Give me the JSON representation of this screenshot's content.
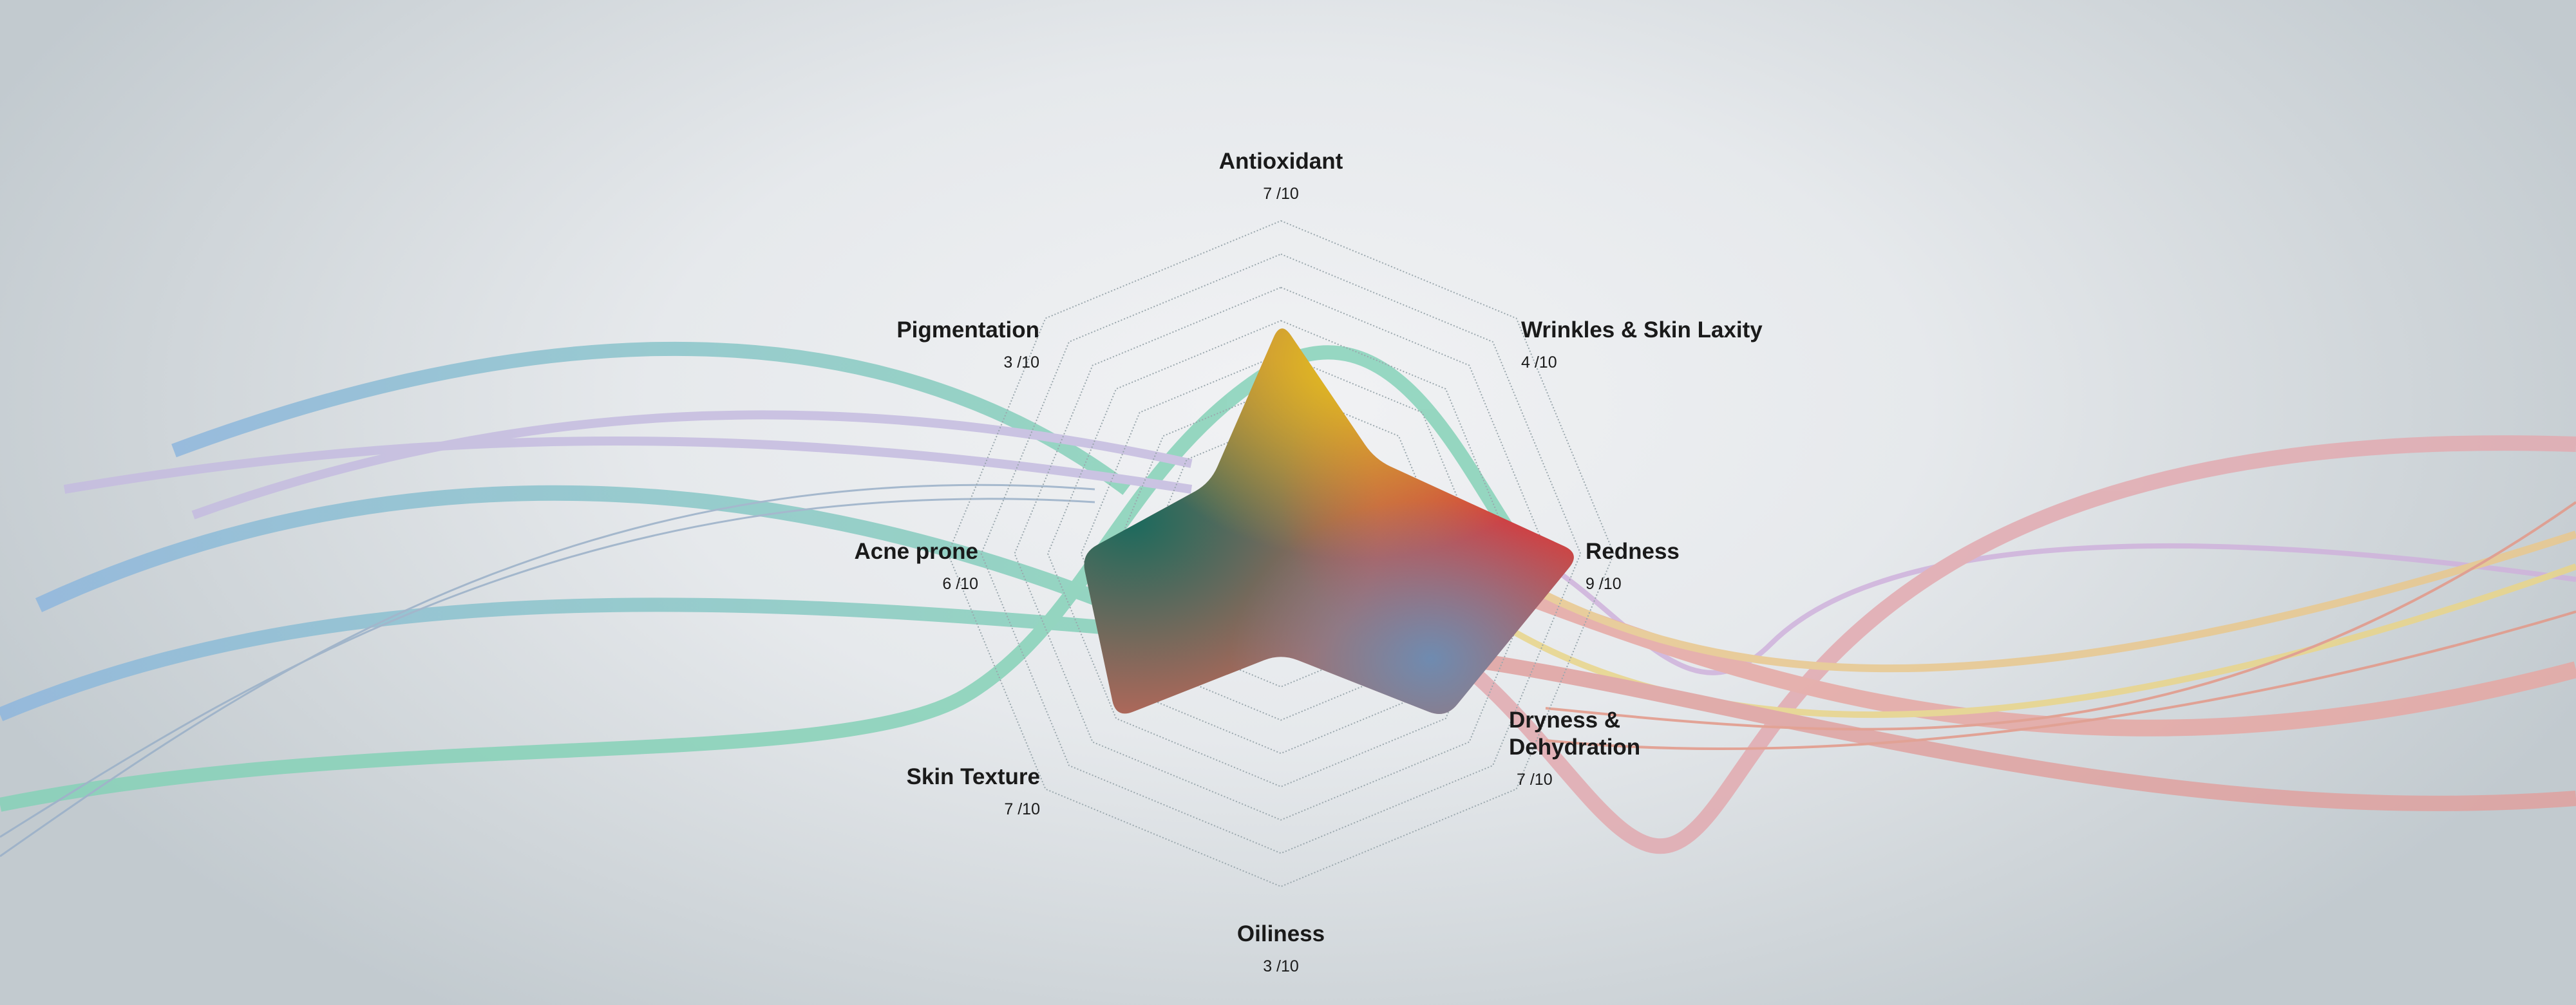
{
  "chart_data": {
    "type": "radar",
    "max": 10,
    "axes": [
      {
        "label": "Antioxidant",
        "value": 7,
        "value_text": "7 /10"
      },
      {
        "label": "Wrinkles & Skin Laxity",
        "value": 4,
        "value_text": "4 /10"
      },
      {
        "label": "Redness",
        "value": 9,
        "value_text": "9 /10"
      },
      {
        "label": "Dryness & Dehydration",
        "value": 7,
        "value_text": "7 /10"
      },
      {
        "label": "Oiliness",
        "value": 3,
        "value_text": "3 /10"
      },
      {
        "label": "Skin Texture",
        "value": 7,
        "value_text": "7 /10"
      },
      {
        "label": "Acne prone",
        "value": 6,
        "value_text": "6 /10"
      },
      {
        "label": "Pigmentation",
        "value": 3,
        "value_text": "3 /10"
      }
    ],
    "rings": 10,
    "colors": {
      "yellow": "#e2bc1c",
      "red": "#d9383c",
      "green": "#1c6a5e",
      "blue": "#6e8aae",
      "orange": "#c0694c"
    }
  }
}
